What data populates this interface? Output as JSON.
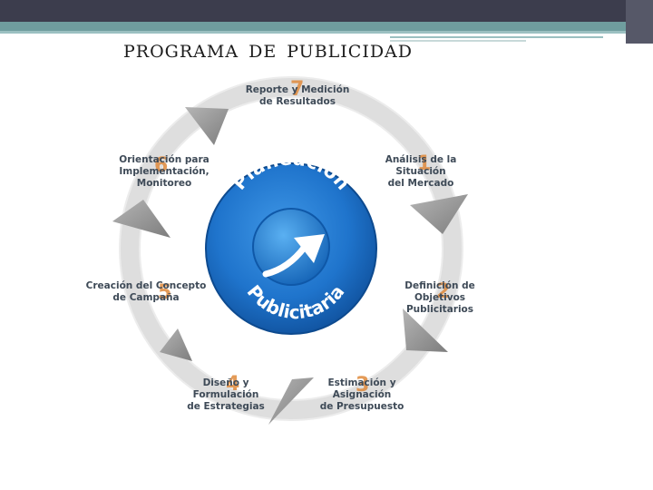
{
  "slide": {
    "title": "PROGRAMA  DE  PUBLICIDAD"
  },
  "center": {
    "top_word": "Planeación",
    "bottom_word": "Publicitaria",
    "icon": "trend-up-arrow-icon"
  },
  "steps": [
    {
      "number": "1",
      "label": "Análisis de la Situación\ndel Mercado"
    },
    {
      "number": "2",
      "label": "Definición de Objetivos\nPublicitarios"
    },
    {
      "number": "3",
      "label": "Estimación y Asignación\nde Presupuesto"
    },
    {
      "number": "4",
      "label": "Diseño y Formulación\nde Estrategias"
    },
    {
      "number": "5",
      "label": "Creación del Concepto\nde Campaña"
    },
    {
      "number": "6",
      "label": "Orientación para\nImplementación, Monitoreo"
    },
    {
      "number": "7",
      "label": "Reporte y Medición\nde Resultados"
    }
  ],
  "colors": {
    "title_bar": "#3c3d4d",
    "accent_bar": "#6f9d9e",
    "ring": "#dcdcdc",
    "arrow": "#9a9a9a",
    "center_circle": "#1a6fc4",
    "number": "#e08a3c",
    "label": "#3e4a57"
  }
}
